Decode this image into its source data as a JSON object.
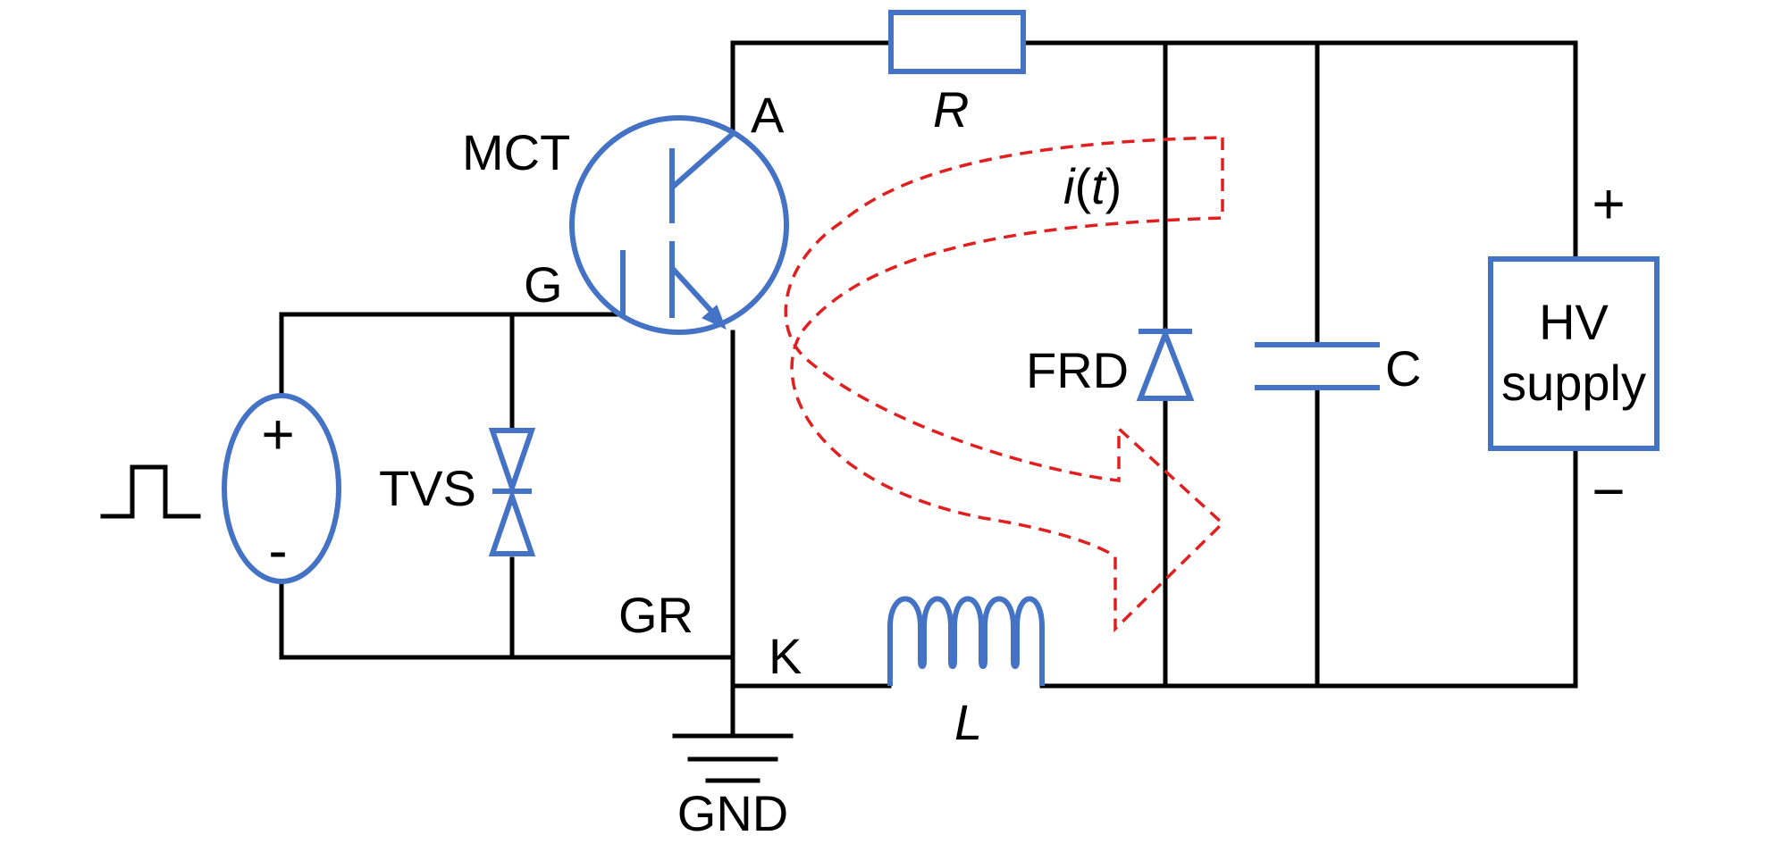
{
  "labels": {
    "mct": "MCT",
    "anode": "A",
    "gate": "G",
    "gate_return": "GR",
    "cathode": "K",
    "resistor": "R",
    "current": "i(t)",
    "current_var": "i",
    "current_arg": "t",
    "frd": "FRD",
    "capacitor": "C",
    "hv_supply_line1": "HV",
    "hv_supply_line2": "supply",
    "tvs": "TVS",
    "inductor": "L",
    "ground": "GND"
  },
  "signs": {
    "source_plus": "+",
    "source_minus": "-",
    "hv_plus": "+",
    "hv_minus": "−"
  },
  "colors": {
    "wire": "#000000",
    "component": "#4472C4",
    "current_path": "#E02020"
  },
  "icons": {
    "pulse": "square-pulse-icon",
    "ground": "ground-symbol-icon"
  }
}
